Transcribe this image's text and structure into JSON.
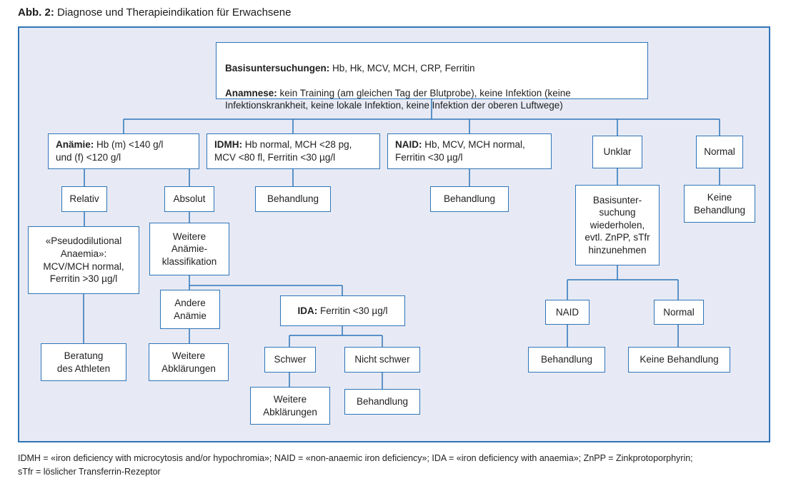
{
  "title": {
    "bold": "Abb. 2:",
    "text": " Diagnose und Therapieindikation für Erwachsene"
  },
  "colors": {
    "accent_blue": "#2f74b8",
    "panel_background": "#e7eaf5",
    "box_background": "#ffffff",
    "text": "#1f1f1f"
  },
  "nodes": {
    "basis": {
      "line1_bold": "Basisuntersuchungen:",
      "line1": " Hb, Hk, MCV, MCH, CRP, Ferritin",
      "line2_bold": "Anamnese:",
      "line2": " kein Training (am gleichen Tag der Blutprobe), keine Infektion (keine\nInfektionskrankheit, keine lokale Infektion, keine Infektion der oberen Luftwege)"
    },
    "anaemie": {
      "bold": "Anämie:",
      "text": " Hb (m) <140 g/l\nund (f) <120 g/l"
    },
    "idmh": {
      "bold": "IDMH:",
      "text": " Hb normal, MCH <28 pg,\nMCV <80 fl, Ferritin <30 µg/l"
    },
    "naid": {
      "bold": "NAID:",
      "text": " Hb, MCV, MCH normal,\nFerritin <30 µg/l"
    },
    "unklar": {
      "text": "Unklar"
    },
    "normal_top": {
      "text": "Normal"
    },
    "relativ": {
      "text": "Relativ"
    },
    "absolut": {
      "text": "Absolut"
    },
    "behandlung_idmh": {
      "text": "Behandlung"
    },
    "behandlung_naid": {
      "text": "Behandlung"
    },
    "basis_wiederholen": {
      "lines": [
        "Basisunter-",
        "suchung",
        "wiederholen,",
        "evtl. ZnPP, sTfr",
        "hinzunehmen"
      ]
    },
    "keine_behandlung_top": {
      "lines": [
        "Keine",
        "Behandlung"
      ]
    },
    "pseudodilutional": {
      "lines": [
        "«Pseudodilutional",
        "Anaemia»:",
        "MCV/MCH normal,",
        "Ferritin >30 µg/l"
      ]
    },
    "weitere_klassifikation": {
      "lines": [
        "Weitere",
        "Anämie-",
        "klassifikation"
      ]
    },
    "andere_anaemie": {
      "lines": [
        "Andere",
        "Anämie"
      ]
    },
    "ida": {
      "bold": "IDA:",
      "text": " Ferritin <30 µg/l"
    },
    "beratung": {
      "lines": [
        "Beratung",
        "des Athleten"
      ]
    },
    "weitere_abklaerungen_1": {
      "lines": [
        "Weitere",
        "Abklärungen"
      ]
    },
    "schwer": {
      "text": "Schwer"
    },
    "nicht_schwer": {
      "text": "Nicht schwer"
    },
    "weitere_abklaerungen_2": {
      "lines": [
        "Weitere",
        "Abklärungen"
      ]
    },
    "behandlung_ida": {
      "text": "Behandlung"
    },
    "naid_2": {
      "text": "NAID"
    },
    "normal_2": {
      "text": "Normal"
    },
    "behandlung_naid_2": {
      "text": "Behandlung"
    },
    "keine_behandlung_2": {
      "text": "Keine Behandlung"
    }
  },
  "footnote": {
    "lines": [
      "IDMH = «iron deficiency with microcytosis and/or hypochromia»; NAID = «non-anaemic iron deficiency»; IDA = «iron deficiency with anaemia»; ZnPP = Zinkprotoporphyrin;",
      "sTfr = löslicher Transferrin-Rezeptor"
    ]
  }
}
